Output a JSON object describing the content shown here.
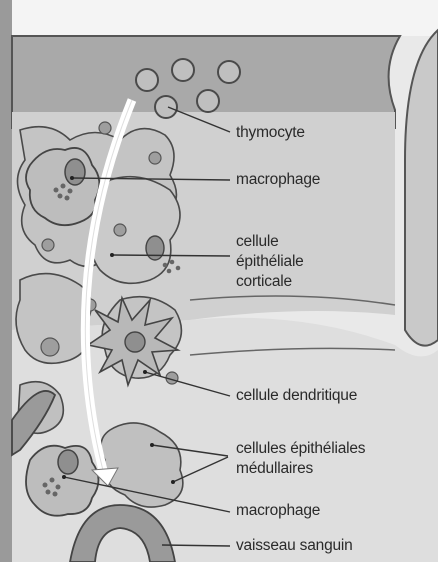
{
  "labels": {
    "thymocyte": "thymocyte",
    "macrophage_top": "macrophage",
    "cortical_epithelial": "cellule\népithéliale\ncorticale",
    "dendritic": "cellule dendritique",
    "medullary_epithelial": "cellules épithéliales\nmédullaires",
    "macrophage_bottom": "macrophage",
    "blood_vessel": "vaisseau sanguin"
  },
  "colors": {
    "background": "#e9e9e9",
    "capsule": "#a7a7a7",
    "cortex": "#cfcfcf",
    "medulla": "#dedede",
    "cell_outline": "#555555",
    "nucleus": "#9a9a9a",
    "arrow": "#ffffff",
    "line": "#333333"
  }
}
